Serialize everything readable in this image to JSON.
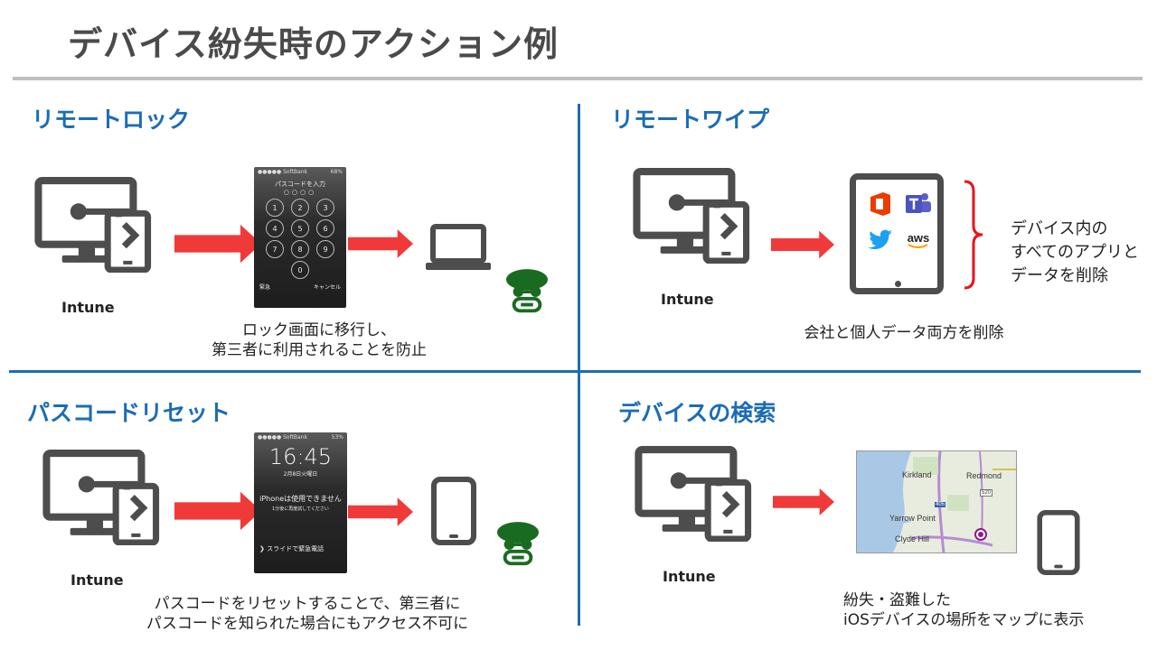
{
  "title": "デバイス紛失時のアクション例",
  "sections": {
    "remote_lock": {
      "title": "リモートロック",
      "intune": "Intune",
      "caption_line1": "ロック画面に移行し、",
      "caption_line2": "第三者に利用されることを防止",
      "phone": {
        "carrier": "●●●●● SoftBank",
        "battery": "68%",
        "prompt": "パスコードを入力",
        "keys": [
          "1",
          "2",
          "3",
          "4",
          "5",
          "6",
          "7",
          "8",
          "9",
          "0"
        ],
        "emergency": "緊急",
        "cancel": "キャンセル"
      }
    },
    "remote_wipe": {
      "title": "リモートワイプ",
      "intune": "Intune",
      "side_line1": "デバイス内の",
      "side_line2": "すべてのアプリと",
      "side_line3": "データを削除",
      "caption": "会社と個人データ両方を削除",
      "aws_label": "aws"
    },
    "passcode_reset": {
      "title": "パスコードリセット",
      "intune": "Intune",
      "caption_line1": "パスコードをリセットすることで、第三者に",
      "caption_line2": "パスコードを知られた場合にもアクセス不可に",
      "phone": {
        "carrier": "●●●●● SoftBank",
        "battery": "53%",
        "time": "16:45",
        "date": "2月8日火曜日",
        "disabled": "iPhoneは使用できません",
        "retry": "1分後に再度試してください",
        "slide": "❯ スライドで緊急電話"
      }
    },
    "device_search": {
      "title": "デバイスの検索",
      "intune": "Intune",
      "caption_line1": "紛失・盗難した",
      "caption_line2": "iOSデバイスの場所をマップに表示",
      "map": {
        "kirkland": "Kirkland",
        "redmond": "Redmond",
        "yarrow_point": "Yarrow Point",
        "clyde_hill": "Clyde Hill",
        "road_520": "520",
        "road_405": "405"
      }
    }
  },
  "colors": {
    "accent_blue": "#1b6cb5",
    "arrow_red": "#f03a3a",
    "icon_gray": "#4d4d4d",
    "spy_green": "#1a6b22",
    "bracket_red": "#e8141a"
  }
}
